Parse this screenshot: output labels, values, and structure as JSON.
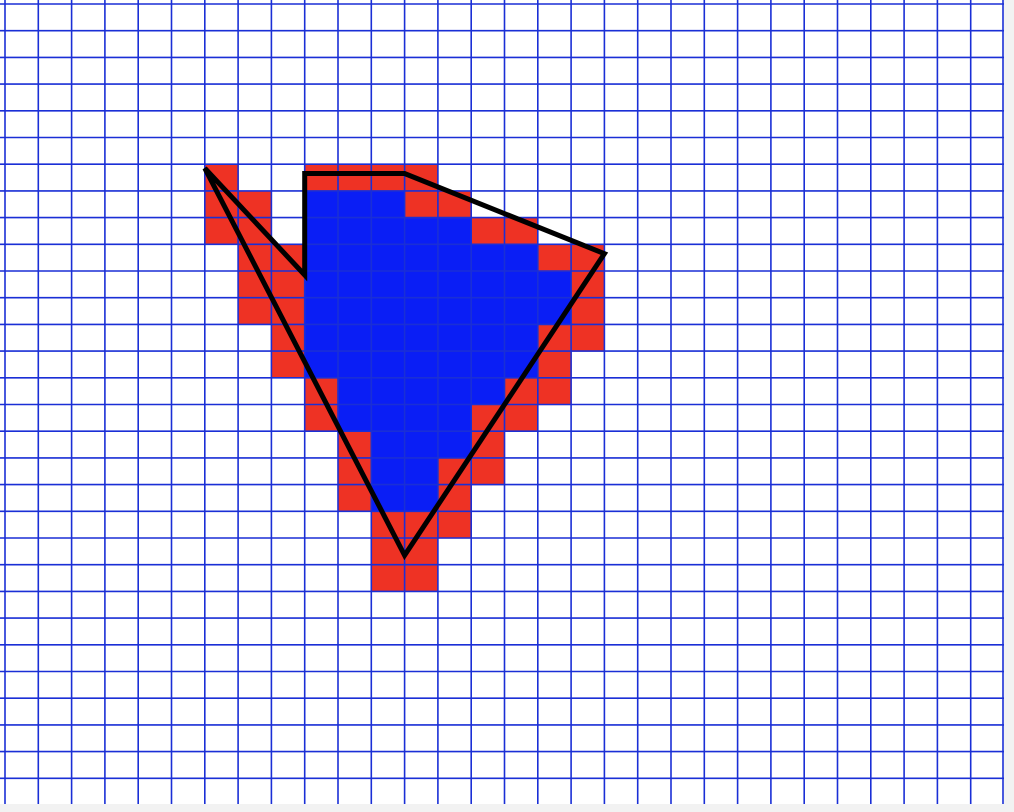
{
  "colors": {
    "background": "#f2f2f2",
    "canvas": "#ffffff",
    "grid_line": "#1a2fd6",
    "boundary_cell": "#ee3224",
    "interior_fill": "#0a1ef5",
    "polygon_stroke": "#000000"
  },
  "grid": {
    "columns": 30,
    "rows": 29
  },
  "polygon": {
    "vertices": [
      [
        6.0,
        6.3
      ],
      [
        9.0,
        10.3
      ],
      [
        9.0,
        6.5
      ],
      [
        12.0,
        6.5
      ],
      [
        18.0,
        9.5
      ],
      [
        12.0,
        20.8
      ]
    ]
  },
  "cells": {
    "interior_rows": [
      [
        7,
        9,
        11
      ],
      [
        8,
        9,
        13
      ],
      [
        9,
        9,
        15
      ],
      [
        10,
        9,
        16
      ],
      [
        11,
        9,
        16
      ],
      [
        12,
        9,
        15
      ],
      [
        13,
        9,
        15
      ],
      [
        14,
        10,
        14
      ],
      [
        15,
        10,
        13
      ],
      [
        16,
        11,
        13
      ],
      [
        17,
        11,
        12
      ],
      [
        18,
        11,
        12
      ]
    ],
    "boundary_rows": [
      [
        6,
        6
      ],
      [
        6,
        9,
        12
      ],
      [
        7,
        6,
        7
      ],
      [
        7,
        12,
        13
      ],
      [
        8,
        6,
        7
      ],
      [
        8,
        14,
        15
      ],
      [
        9,
        7,
        8
      ],
      [
        9,
        16,
        17
      ],
      [
        10,
        7,
        8
      ],
      [
        10,
        17
      ],
      [
        11,
        7,
        8
      ],
      [
        11,
        17
      ],
      [
        12,
        8
      ],
      [
        12,
        16,
        17
      ],
      [
        13,
        8
      ],
      [
        13,
        16
      ],
      [
        14,
        9
      ],
      [
        14,
        15,
        16
      ],
      [
        15,
        9
      ],
      [
        15,
        14,
        15
      ],
      [
        16,
        10
      ],
      [
        16,
        14
      ],
      [
        17,
        10
      ],
      [
        17,
        13,
        14
      ],
      [
        18,
        10
      ],
      [
        18,
        13
      ],
      [
        19,
        11,
        13
      ],
      [
        20,
        11,
        12
      ],
      [
        21,
        11,
        12
      ]
    ]
  }
}
